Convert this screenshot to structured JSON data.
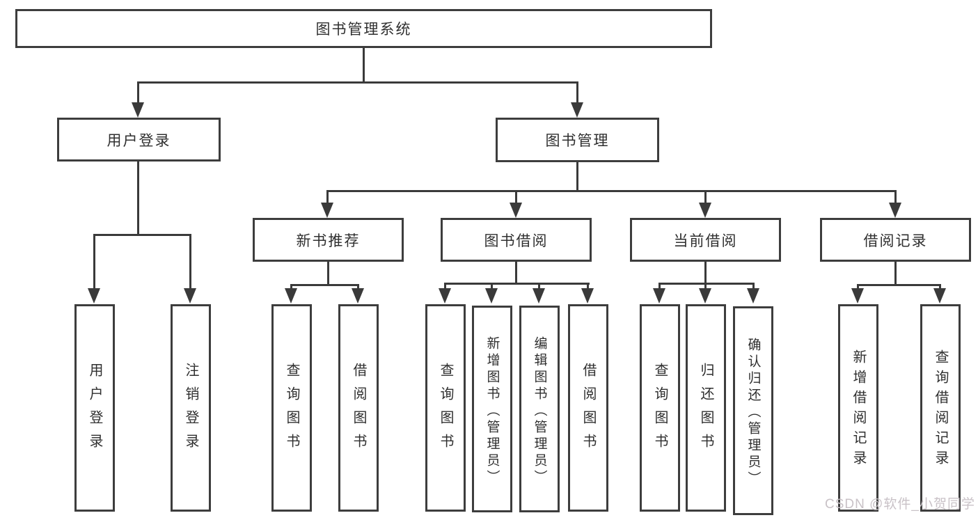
{
  "root_label": "图书管理系统",
  "level2": {
    "user_login": "用户登录",
    "book_mgmt": "图书管理"
  },
  "level3": {
    "new_book_rec": "新书推荐",
    "book_borrow": "图书借阅",
    "current_borrow": "当前借阅",
    "borrow_records": "借阅记录"
  },
  "leaves": {
    "user_login": [
      "用户登录",
      "注销登录"
    ],
    "new_book_rec": [
      "查询图书",
      "借阅图书"
    ],
    "book_borrow": [
      "查询图书",
      "新增图书（管理员）",
      "编辑图书（管理员）",
      "借阅图书"
    ],
    "current_borrow": [
      "查询图书",
      "归还图书",
      "确认归还（管理员）"
    ],
    "borrow_records": [
      "新增借阅记录",
      "查询借阅记录"
    ]
  },
  "watermark": "CSDN @软件_小贺同学",
  "colors": {
    "line": "#3a3a3a",
    "border": "#3d3d3d",
    "text": "#2f2f2f",
    "watermark": "#c9c2c7"
  }
}
